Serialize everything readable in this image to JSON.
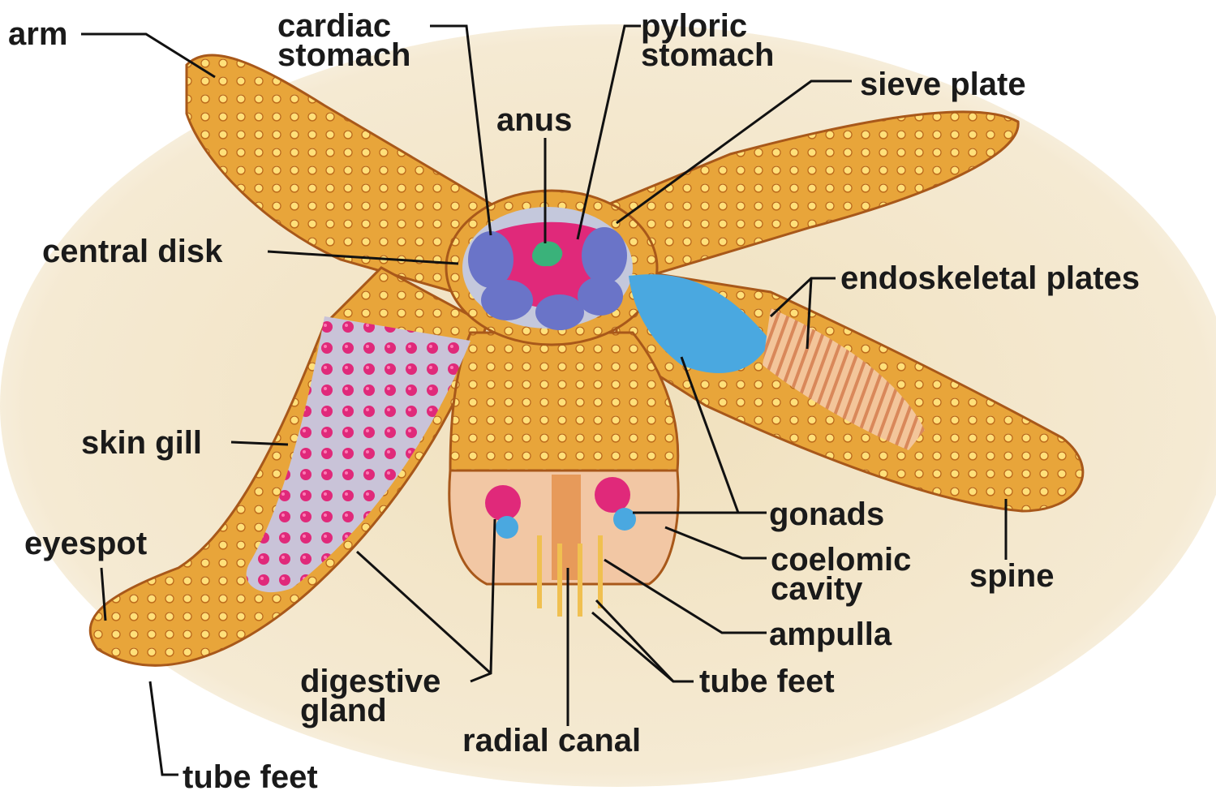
{
  "labels": {
    "arm": "arm",
    "cardiac_stomach": [
      "cardiac",
      "stomach"
    ],
    "pyloric_stomach": [
      "pyloric",
      "stomach"
    ],
    "sieve_plate": "sieve plate",
    "anus": "anus",
    "central_disk": "central disk",
    "endoskeletal_plates": "endoskeletal plates",
    "skin_gill": "skin gill",
    "gonads": "gonads",
    "coelomic_cavity": [
      "coelomic",
      "cavity"
    ],
    "spine": "spine",
    "eyespot": "eyespot",
    "ampulla": "ampulla",
    "tube_feet_right": "tube feet",
    "digestive_gland": [
      "digestive",
      "gland"
    ],
    "radial_canal": "radial canal",
    "tube_feet_bottom": "tube feet"
  },
  "colors": {
    "body": "#e8a53a",
    "body_dark": "#c5701c",
    "spines": "#ffe07a",
    "digestive_gland": "#e0297a",
    "gonads": "#4aa8e0",
    "stomach": "#6a74c8",
    "anus": "#3ab27a",
    "background": "#efe2c2",
    "leader": "#111111"
  }
}
